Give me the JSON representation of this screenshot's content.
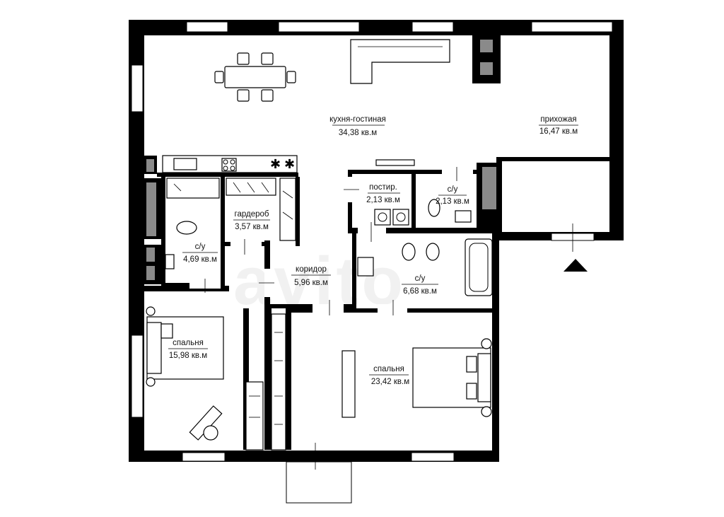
{
  "rooms": {
    "kitchen_living": {
      "name": "кухня-гостиная",
      "area": "34,38 кв.м"
    },
    "hallway": {
      "name": "прихожая",
      "area": "16,47 кв.м"
    },
    "laundry": {
      "name": "постир.",
      "area": "2,13 кв.м"
    },
    "wc_small": {
      "name": "с/у",
      "area": "2,13 кв.м"
    },
    "wardrobe": {
      "name": "гардероб",
      "area": "3,57 кв.м"
    },
    "bath_left": {
      "name": "с/у",
      "area": "4,69 кв.м"
    },
    "corridor": {
      "name": "коридор",
      "area": "5,96 кв.м"
    },
    "bath_center": {
      "name": "с/у",
      "area": "6,68 кв.м"
    },
    "bedroom_small": {
      "name": "спальня",
      "area": "15,98 кв.м"
    },
    "bedroom_large": {
      "name": "спальня",
      "area": "23,42 кв.м"
    }
  },
  "watermark": {
    "text": "avito"
  },
  "colors": {
    "wall": "#000000",
    "window": "#ffffff",
    "column": "#8a8a8a",
    "background": "#ffffff"
  }
}
